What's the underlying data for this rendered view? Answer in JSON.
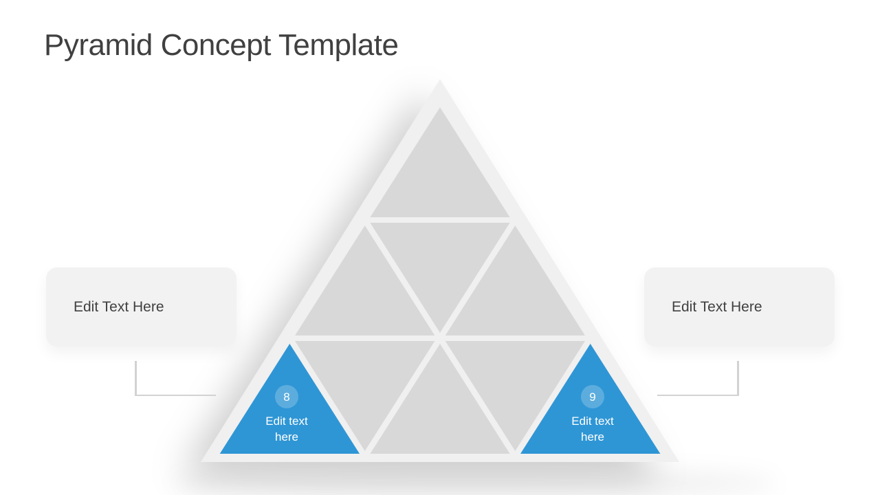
{
  "slide": {
    "title": "Pyramid Concept Template"
  },
  "callouts": {
    "left": {
      "text": "Edit Text Here"
    },
    "right": {
      "text": "Edit Text Here"
    }
  },
  "pyramid": {
    "highlighted": {
      "left": {
        "number": "8",
        "label_line1": "Edit text",
        "label_line2": "here"
      },
      "right": {
        "number": "9",
        "label_line1": "Edit text",
        "label_line2": "here"
      }
    },
    "colors": {
      "highlight_blue": "#2F96D5",
      "segment_gray": "#D8D8D8",
      "frame_light": "#F0F0F0",
      "connector_gray": "#D2D2D2",
      "title_text": "#404040",
      "callout_bg": "#F2F2F2",
      "label_white": "#FFFFFF"
    }
  }
}
